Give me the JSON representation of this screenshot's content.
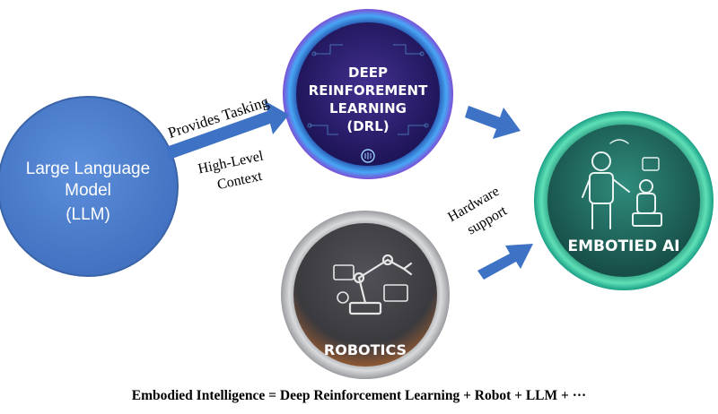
{
  "llm": {
    "line1": "Large Language",
    "line2": "Model",
    "line3": "(LLM)"
  },
  "drl": {
    "line1": "DEEP",
    "line2": "REINFOREMENT",
    "line3": "LEARNING",
    "line4": "(DRL)",
    "icon": "brain-chip-icon"
  },
  "robotics": {
    "label": "ROBOTICS",
    "icon": "robotic-arm-icon"
  },
  "embodied": {
    "label": "EMBOTIED AI",
    "icon": "humanoid-robot-icon"
  },
  "arrows": {
    "tasking": "Provides Tasking",
    "context1": "High-Level",
    "context2": "Context",
    "hardware1": "Hardware",
    "hardware2": "support"
  },
  "equation": "Embodied Intelligence = Deep Reinforcement Learning + Robot + LLM + ···",
  "colors": {
    "llm_fill": "#4a7bc9",
    "arrow_fill": "#3e72c4",
    "drl_ring": "#3a8ee8",
    "drl_inner": "#2a1a6e",
    "robotics_inner": "#3a3a3e",
    "robotics_glow": "#e08a4a",
    "embodied_ring": "#27b58f",
    "embodied_inner": "#1b5e55"
  }
}
